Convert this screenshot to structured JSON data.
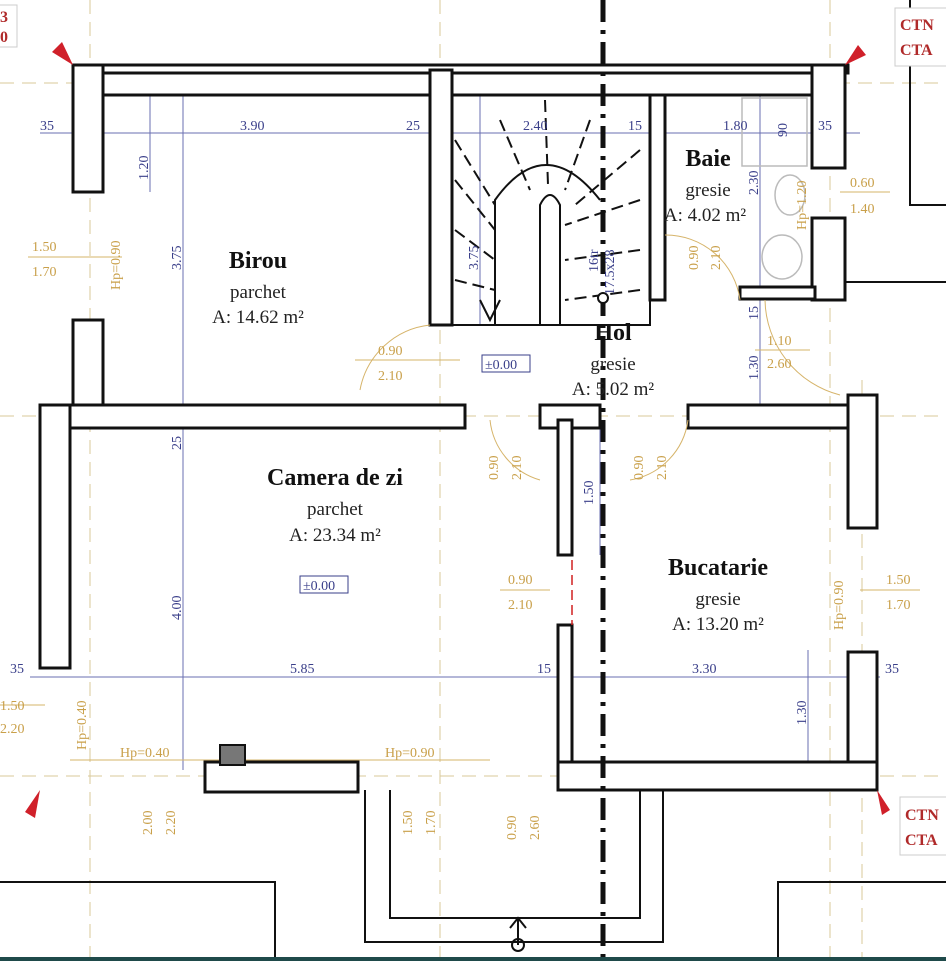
{
  "rooms": [
    {
      "name": "Birou",
      "floor": "parchet",
      "area": "A: 14.62 m²"
    },
    {
      "name": "Camera de zi",
      "floor": "parchet",
      "area": "A: 23.34 m²"
    },
    {
      "name": "Hol",
      "floor": "gresie",
      "area": "A: 5.02 m²"
    },
    {
      "name": "Baie",
      "floor": "gresie",
      "area": "A: 4.02 m²"
    },
    {
      "name": "Bucatarie",
      "floor": "gresie",
      "area": "A: 13.20 m²"
    }
  ],
  "levels": [
    "±0.00",
    "±0.00"
  ],
  "corner_tags": {
    "top_left": [
      "3",
      "0"
    ],
    "top_right": [
      "CTN",
      "CTA"
    ],
    "bottom_right": [
      "CTN",
      "CTA"
    ]
  },
  "dims_blue": {
    "top": [
      "35",
      "3.90",
      "25",
      "2.40",
      "15",
      "1.80",
      "90",
      "35"
    ],
    "birou_v": [
      "1.20",
      "3.75"
    ],
    "stair_v": "3.75",
    "stair_note": [
      "16tr",
      "17.5x28"
    ],
    "baie_v": "2.30",
    "hol_v": [
      "15",
      "1.30"
    ],
    "mid_v": [
      "25",
      "4.00",
      "1.50"
    ],
    "bottom": [
      "35",
      "5.85",
      "15",
      "3.30",
      "35"
    ],
    "buc_v": "1.30"
  },
  "dims_orange": {
    "birou_window": [
      "1.50",
      "1.70",
      "Hp=0.90"
    ],
    "birou_door": [
      "0.90",
      "2.10"
    ],
    "baie_door": [
      "0.90",
      "2.10"
    ],
    "baie_window": [
      "0.60",
      "1.40",
      "Hp=1.20"
    ],
    "hol_entry": [
      "1.10",
      "2.60"
    ],
    "hol_door_left": [
      "0.90",
      "2.10"
    ],
    "hol_door_right": [
      "0.90",
      "2.10"
    ],
    "buc_door": [
      "0.90",
      "2.10"
    ],
    "buc_window": [
      "1.50",
      "1.70",
      "Hp=0.90"
    ],
    "cam_window_left": [
      "1.50",
      "2.20",
      "Hp=0.40"
    ],
    "cam_bottom": [
      "Hp=0.40",
      "Hp=0.90",
      "2.00",
      "2.20",
      "1.50",
      "1.70",
      "0.90",
      "2.60"
    ]
  },
  "colors": {
    "wall": "#111111",
    "dim_blue": "#3a3f8a",
    "dim_orange": "#c9a04a",
    "marker_red": "#d0202a"
  }
}
